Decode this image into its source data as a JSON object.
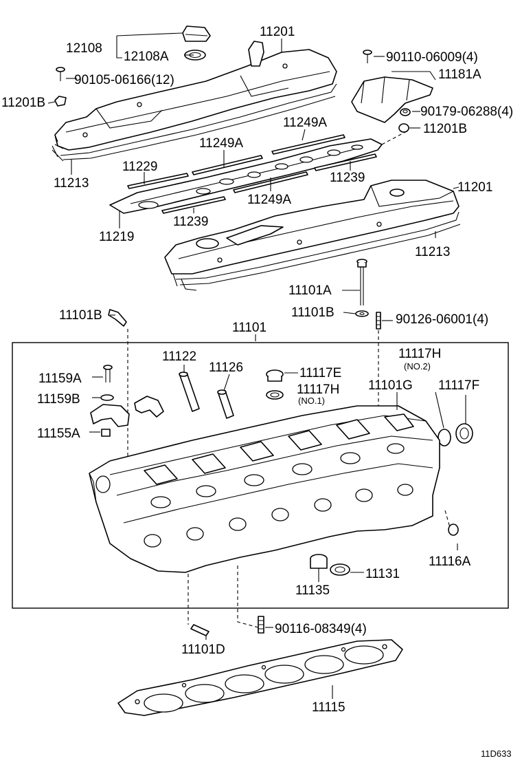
{
  "labels": {
    "p12108": "12108",
    "p12108A": "12108A",
    "p11201_top": "11201",
    "p90110": "90110-06009(4)",
    "p90105": "90105-06166(12)",
    "p11181A": "11181A",
    "p11201B_left": "11201B",
    "p90179": "90179-06288(4)",
    "p11201B_right": "11201B",
    "p11249A_top": "11249A",
    "p11249A_mid": "11249A",
    "p11229": "11229",
    "p11239_right": "11239",
    "p11213_left": "11213",
    "p11249A_low": "11249A",
    "p11201_mid": "11201",
    "p11239_low": "11239",
    "p11219": "11219",
    "p11213_right": "11213",
    "p11101A": "11101A",
    "p11101B_right": "11101B",
    "p11101B_left": "11101B",
    "p90126": "90126-06001(4)",
    "p11101": "11101",
    "p11122": "11122",
    "p11126": "11126",
    "p11117E": "11117E",
    "p11117H_no2": "11117H",
    "p11117H_no2_note": "(NO.2)",
    "p11159A": "11159A",
    "p11117H_no1": "11117H",
    "p11117H_no1_note": "(NO.1)",
    "p11101G": "11101G",
    "p11117F": "11117F",
    "p11159B": "11159B",
    "p11155A": "11155A",
    "p11116A": "11116A",
    "p11131": "11131",
    "p11135": "11135",
    "p90116": "90116-08349(4)",
    "p11101D": "11101D",
    "p11115": "11115"
  },
  "reference_code": "11D633"
}
